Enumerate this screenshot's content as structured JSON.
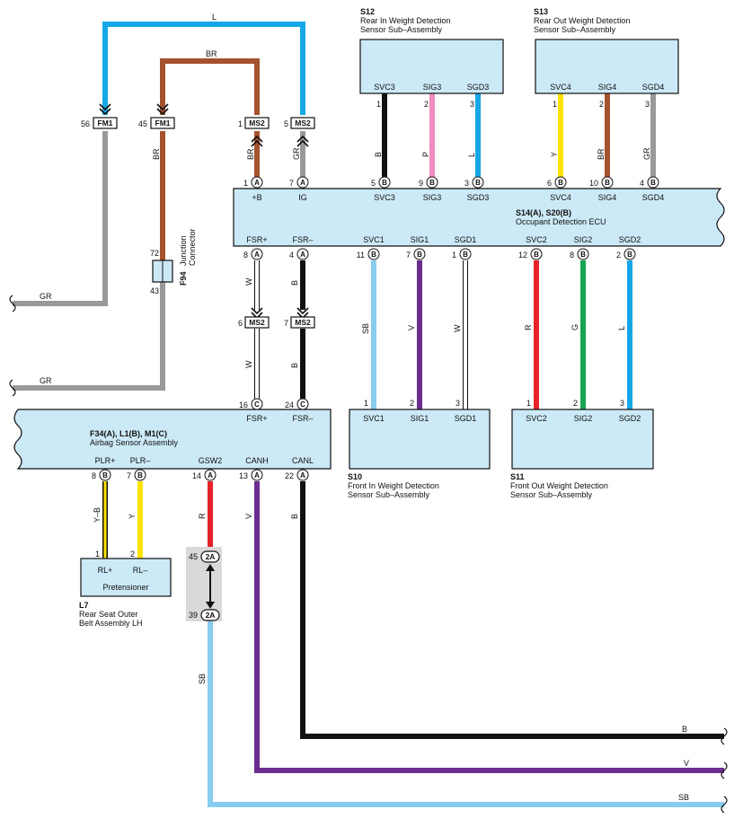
{
  "colors": {
    "L": "#14a8e6",
    "BR": "#a5522e",
    "GR": "#999999",
    "B": "#111111",
    "W": "#ffffff",
    "SB": "#88cdf0",
    "V": "#6b2e8f",
    "P": "#f08cc0",
    "Y": "#ffe400",
    "R": "#e62128",
    "G": "#16a552",
    "box": "#cce9f7",
    "splice": "#d9d9d9"
  },
  "components": {
    "s12": {
      "id": "S12",
      "name1": "Rear In Weight Detection",
      "name2": "Sensor Sub–Assembly",
      "pins": [
        {
          "name": "SVC3",
          "num": "1",
          "color": "B"
        },
        {
          "name": "SIG3",
          "num": "2",
          "color": "P"
        },
        {
          "name": "SGD3",
          "num": "3",
          "color": "L"
        }
      ]
    },
    "s13": {
      "id": "S13",
      "name1": "Rear Out Weight Detection",
      "name2": "Sensor Sub–Assembly",
      "pins": [
        {
          "name": "SVC4",
          "num": "1",
          "color": "Y"
        },
        {
          "name": "SIG4",
          "num": "2",
          "color": "BR"
        },
        {
          "name": "SGD4",
          "num": "3",
          "color": "GR"
        }
      ]
    },
    "ecu": {
      "id": "S14(A), S20(B)",
      "name": "Occupant Detection ECU",
      "top_pins": [
        {
          "name": "+B",
          "num": "1",
          "conn": "A"
        },
        {
          "name": "IG",
          "num": "7",
          "conn": "A"
        },
        {
          "name": "SVC3",
          "num": "5",
          "conn": "B"
        },
        {
          "name": "SIG3",
          "num": "9",
          "conn": "B"
        },
        {
          "name": "SGD3",
          "num": "3",
          "conn": "B"
        },
        {
          "name": "SVC4",
          "num": "6",
          "conn": "B"
        },
        {
          "name": "SIG4",
          "num": "10",
          "conn": "B"
        },
        {
          "name": "SGD4",
          "num": "4",
          "conn": "B"
        }
      ],
      "bottom_pins": [
        {
          "name": "FSR+",
          "num": "8",
          "conn": "A"
        },
        {
          "name": "FSR–",
          "num": "4",
          "conn": "A"
        },
        {
          "name": "SVC1",
          "num": "11",
          "conn": "B"
        },
        {
          "name": "SIG1",
          "num": "7",
          "conn": "B"
        },
        {
          "name": "SGD1",
          "num": "1",
          "conn": "B"
        },
        {
          "name": "SVC2",
          "num": "12",
          "conn": "B"
        },
        {
          "name": "SIG2",
          "num": "8",
          "conn": "B"
        },
        {
          "name": "SGD2",
          "num": "2",
          "conn": "B"
        }
      ]
    },
    "airbag": {
      "id": "F34(A), L1(B), M1(C)",
      "name": "Airbag Sensor Assembly",
      "top_pins": [
        {
          "name": "FSR+",
          "num": "16",
          "conn": "C"
        },
        {
          "name": "FSR–",
          "num": "24",
          "conn": "C"
        }
      ],
      "bottom_pins": [
        {
          "name": "PLR+",
          "num": "8",
          "conn": "B"
        },
        {
          "name": "PLR–",
          "num": "7",
          "conn": "B"
        },
        {
          "name": "GSW2",
          "num": "14",
          "conn": "A"
        },
        {
          "name": "CANH",
          "num": "13",
          "conn": "A"
        },
        {
          "name": "CANL",
          "num": "22",
          "conn": "A"
        }
      ]
    },
    "s10": {
      "id": "S10",
      "name1": "Front In Weight Detection",
      "name2": "Sensor Sub–Assembly",
      "pins": [
        {
          "name": "SVC1",
          "num": "1"
        },
        {
          "name": "SIG1",
          "num": "2"
        },
        {
          "name": "SGD1",
          "num": "3"
        }
      ]
    },
    "s11": {
      "id": "S11",
      "name1": "Front Out Weight Detection",
      "name2": "Sensor Sub–Assembly",
      "pins": [
        {
          "name": "SVC2",
          "num": "1"
        },
        {
          "name": "SIG2",
          "num": "2"
        },
        {
          "name": "SGD2",
          "num": "3"
        }
      ]
    },
    "l7": {
      "id": "L7",
      "name1": "Rear Seat Outer",
      "name2": "Belt Assembly LH",
      "inner": "Pretensioner",
      "pins": [
        {
          "name": "RL+",
          "num": "1"
        },
        {
          "name": "RL–",
          "num": "2"
        }
      ]
    },
    "f94": {
      "id": "F94",
      "name1": "Junction",
      "name2": "Connector",
      "pin_top": "72",
      "pin_bottom": "43"
    }
  },
  "connectors": [
    {
      "label": "FM1",
      "pin": "56"
    },
    {
      "label": "FM1",
      "pin": "45"
    },
    {
      "label": "MS2",
      "pin": "1"
    },
    {
      "label": "MS2",
      "pin": "5"
    },
    {
      "label": "MS2",
      "pin": "6"
    },
    {
      "label": "MS2",
      "pin": "7"
    },
    {
      "label": "2A",
      "pin": "45"
    },
    {
      "label": "2A",
      "pin": "39"
    }
  ],
  "wire_labels": {
    "top_l": "L",
    "top_br": "BR",
    "fm1_br": "BR",
    "ms2_br": "BR",
    "ms2_gr": "GR",
    "gr_upper": "GR",
    "gr_lower": "GR",
    "fsrp_upper": "W",
    "fsrp_lower": "W",
    "fsrm_upper": "B",
    "fsrm_lower": "B",
    "s12_1": "B",
    "s12_2": "P",
    "s12_3": "L",
    "s13_1": "Y",
    "s13_2": "BR",
    "s13_3": "GR",
    "s10_1": "SB",
    "s10_2": "V",
    "s10_3": "W",
    "s11_1": "R",
    "s11_2": "G",
    "s11_3": "L",
    "plrp": "Y–B",
    "plrm": "Y",
    "gsw2": "R",
    "canh": "V",
    "canl": "B",
    "splice_out": "SB",
    "out_b": "B",
    "out_v": "V",
    "out_sb": "SB"
  }
}
